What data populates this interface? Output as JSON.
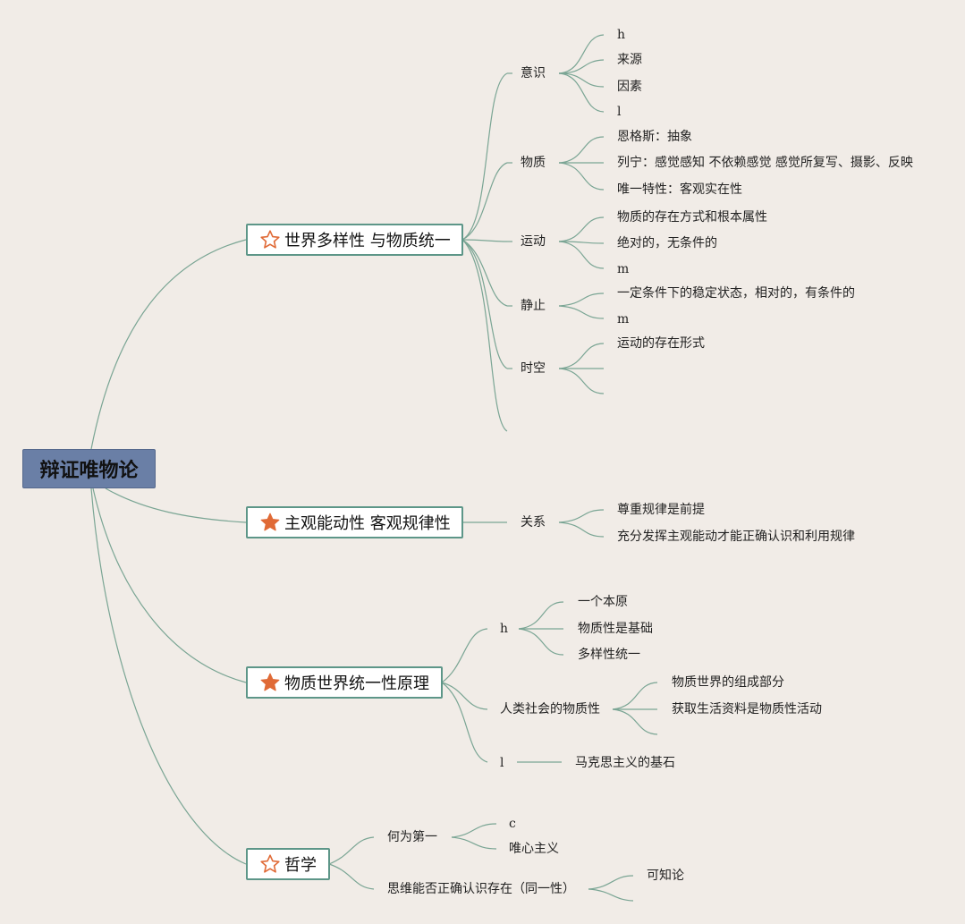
{
  "root": "辩证唯物论",
  "main1": {
    "label": "世界多样性 与物质统一",
    "icon": "star-outline",
    "yishi": {
      "label": "意识",
      "items": [
        "h",
        "来源",
        "因素",
        "l"
      ]
    },
    "wuzhi": {
      "label": "物质",
      "items": [
        "恩格斯：抽象",
        "列宁：感觉感知 不依赖感觉 感觉所复写、摄影、反映",
        "唯一特性：客观实在性"
      ]
    },
    "yundong": {
      "label": "运动",
      "items": [
        "物质的存在方式和根本属性",
        "绝对的，无条件的",
        "m"
      ]
    },
    "jingzhi": {
      "label": "静止",
      "items": [
        "一定条件下的稳定状态，相对的，有条件的",
        "m"
      ]
    },
    "shikong": {
      "label": "时空",
      "items": [
        "运动的存在形式"
      ]
    }
  },
  "main2": {
    "label": "主观能动性 客观规律性",
    "icon": "star-filled",
    "guanxi": {
      "label": "关系",
      "items": [
        "尊重规律是前提",
        "充分发挥主观能动才能正确认识和利用规律"
      ]
    }
  },
  "main3": {
    "label": "物质世界统一性原理",
    "icon": "star-filled",
    "h": {
      "label": "h",
      "items": [
        "一个本原",
        "物质性是基础",
        "多样性统一"
      ]
    },
    "shehui": {
      "label": "人类社会的物质性",
      "items": [
        "物质世界的组成部分",
        "获取生活资料是物质性活动"
      ]
    },
    "l": {
      "label": "l",
      "items": [
        "马克思主义的基石"
      ]
    }
  },
  "main4": {
    "label": "哲学",
    "icon": "star-outline",
    "diyi": {
      "label": "何为第一",
      "items": [
        "c",
        "唯心主义"
      ]
    },
    "siwei": {
      "label": "思维能否正确认识存在（同一性）",
      "items": [
        "可知论"
      ]
    }
  },
  "colors": {
    "line": "#7aa594",
    "border": "#5d9688",
    "root": "#6a7fa6",
    "star": "#e06a36",
    "background": "#f1ece7"
  }
}
